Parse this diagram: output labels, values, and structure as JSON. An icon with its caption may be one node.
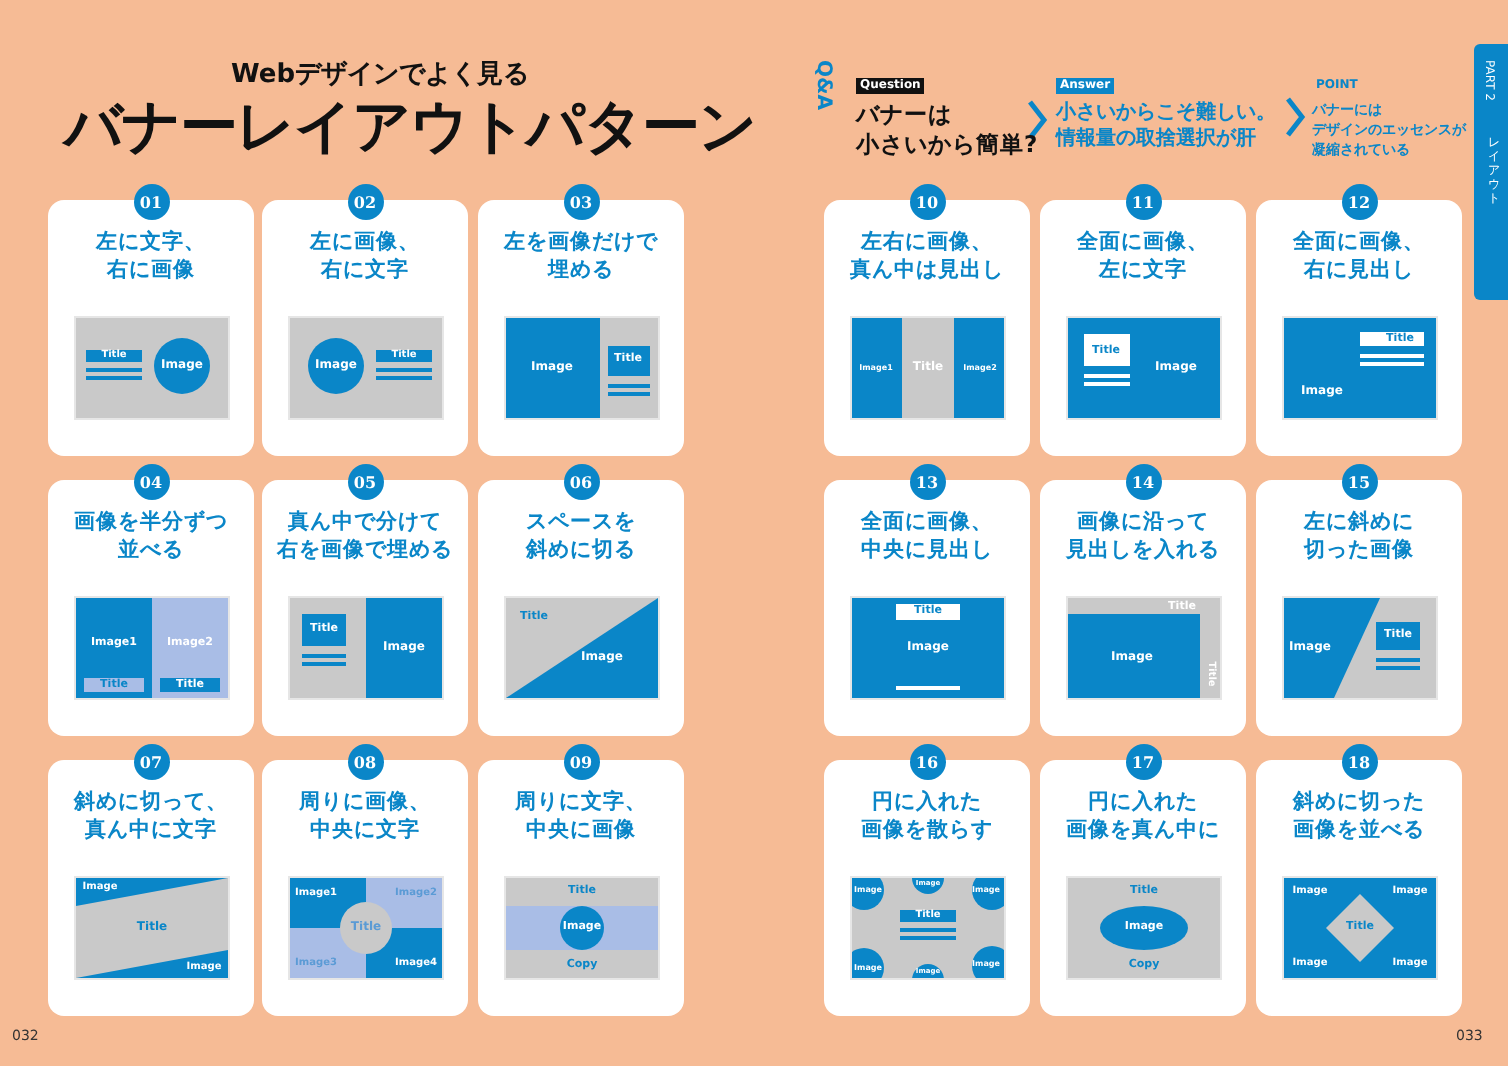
{
  "diagram": {
    "title": "バナーレイアウトパターン",
    "nodes": [
      {
        "text": [
          "01",
          "左に文字、右に画像"
        ]
      },
      {
        "text": [
          "Title",
          "Image"
        ],
        "in": 0
      },
      {
        "text": [
          "02",
          "左に画像、右に文字"
        ]
      },
      {
        "text": [
          "Image",
          "Title"
        ],
        "in": 2
      },
      {
        "text": [
          "03",
          "左を画像だけで埋める"
        ]
      },
      {
        "text": [
          "Image",
          "Title"
        ],
        "in": 4
      },
      {
        "text": [
          "04",
          "画像を半分ずつ並べる"
        ]
      },
      {
        "text": [
          "Image1",
          "Image2",
          "Title",
          "Title"
        ],
        "in": 6
      },
      {
        "text": [
          "05",
          "真ん中で分けて右を画像で埋める"
        ]
      },
      {
        "text": [
          "Title",
          "Image"
        ],
        "in": 8
      },
      {
        "text": [
          "06",
          "スペースを斜めに切る"
        ]
      },
      {
        "text": [
          "Title",
          "Image"
        ],
        "in": 10
      },
      {
        "text": [
          "07",
          "斜めに切って、真ん中に文字"
        ]
      },
      {
        "text": [
          "Image",
          "Title",
          "Image"
        ],
        "in": 12
      },
      {
        "text": [
          "08",
          "周りに画像、中央に文字"
        ]
      },
      {
        "text": [
          "Image1",
          "Image2",
          "Title",
          "Image3",
          "Image4"
        ],
        "in": 14
      },
      {
        "text": [
          "09",
          "周りに文字、中央に画像"
        ]
      },
      {
        "text": [
          "Title",
          "Image",
          "Copy"
        ],
        "in": 16
      },
      {
        "text": [
          "Question",
          "バナーは小さいから簡単?"
        ]
      },
      {
        "text": [
          "Answer",
          "小さいからこそ難しい。情報量の取捨選択が肝"
        ]
      },
      {
        "text": [
          "POINT",
          "バナーにはデザインのエッセンスが凝縮されている"
        ]
      },
      {
        "text": [
          "10",
          "左右に画像、真ん中は見出し"
        ]
      },
      {
        "text": [
          "Image1",
          "Title",
          "Image2"
        ],
        "in": 21
      },
      {
        "text": [
          "11",
          "全面に画像、左に文字"
        ]
      },
      {
        "text": [
          "Title",
          "Image"
        ],
        "in": 23
      },
      {
        "text": [
          "12",
          "全面に画像、右に見出し"
        ]
      },
      {
        "text": [
          "Title",
          "Image"
        ],
        "in": 25
      },
      {
        "text": [
          "13",
          "全面に画像、中央に見出し"
        ]
      },
      {
        "text": [
          "Title",
          "Image"
        ],
        "in": 27
      },
      {
        "text": [
          "14",
          "画像に沿って見出しを入れる"
        ]
      },
      {
        "text": [
          "Title",
          "Image",
          "Title"
        ],
        "in": 29
      },
      {
        "text": [
          "15",
          "左に斜めに切った画像"
        ]
      },
      {
        "text": [
          "Image",
          "Title"
        ],
        "in": 31
      },
      {
        "text": [
          "16",
          "円に入れた画像を散らす"
        ]
      },
      {
        "text": [
          "Image",
          "Image",
          "Image",
          "Title",
          "Image",
          "Image",
          "Image"
        ],
        "in": 33
      },
      {
        "text": [
          "17",
          "円に入れた画像を真ん中に"
        ]
      },
      {
        "text": [
          "Title",
          "Image",
          "Copy"
        ],
        "in": 35
      },
      {
        "text": [
          "18",
          "斜めに切った画像を並べる"
        ]
      },
      {
        "text": [
          "Image",
          "Image",
          "Title",
          "Image",
          "Image"
        ],
        "in": 37
      }
    ],
    "edges": [
      {
        "from": 18,
        "to": 19,
        "arrow": "to"
      },
      {
        "from": 19,
        "to": 20,
        "arrow": "to"
      }
    ],
    "labels": [
      "Webデザインでよく見る",
      "Q&A",
      "PART 2",
      "レイアウト",
      "032",
      "033"
    ]
  }
}
